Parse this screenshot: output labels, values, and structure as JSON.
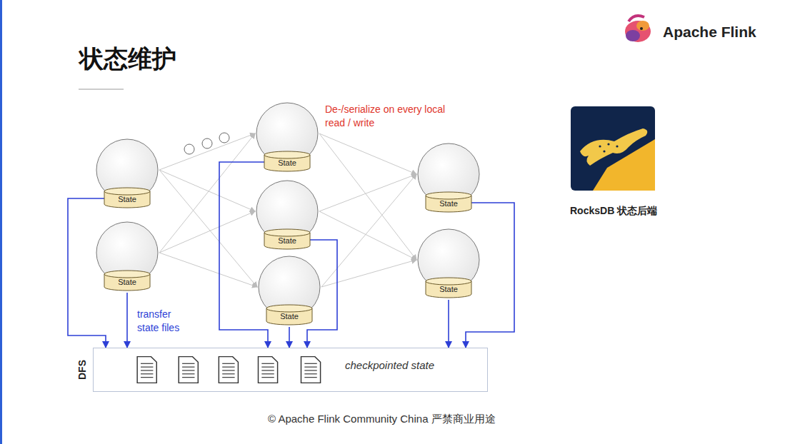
{
  "diagram": {
    "title": "状态维护",
    "caption": "© Apache Flink Community China 严禁商业用途",
    "nodes": [
      {
        "text": [
          "State"
        ]
      },
      {
        "text": [
          "State"
        ]
      },
      {
        "text": [
          "State"
        ]
      },
      {
        "text": [
          "State"
        ]
      },
      {
        "text": [
          "State"
        ]
      },
      {
        "text": [
          "State"
        ]
      },
      {
        "text": [
          "State"
        ]
      },
      {
        "text": [
          "DFS",
          "checkpointed state"
        ]
      }
    ],
    "edges": [
      {
        "from": 0,
        "to": 2,
        "arrow": "to"
      },
      {
        "from": 0,
        "to": 3,
        "arrow": "to"
      },
      {
        "from": 0,
        "to": 4,
        "arrow": "to"
      },
      {
        "from": 1,
        "to": 2,
        "arrow": "to"
      },
      {
        "from": 1,
        "to": 3,
        "arrow": "to"
      },
      {
        "from": 1,
        "to": 4,
        "arrow": "to"
      },
      {
        "from": 2,
        "to": 5,
        "arrow": "to"
      },
      {
        "from": 2,
        "to": 6,
        "arrow": "to"
      },
      {
        "from": 3,
        "to": 5,
        "arrow": "to"
      },
      {
        "from": 3,
        "to": 6,
        "arrow": "to"
      },
      {
        "from": 4,
        "to": 5,
        "arrow": "to"
      },
      {
        "from": 4,
        "to": 6,
        "arrow": "to"
      },
      {
        "from": 0,
        "to": 7,
        "arrow": "to"
      },
      {
        "from": 1,
        "to": 7,
        "arrow": "to"
      },
      {
        "from": 2,
        "to": 7,
        "arrow": "to"
      },
      {
        "from": 3,
        "to": 7,
        "arrow": "to"
      },
      {
        "from": 4,
        "to": 7,
        "arrow": "to"
      },
      {
        "from": 5,
        "to": 7,
        "arrow": "to"
      },
      {
        "from": 6,
        "to": 7,
        "arrow": "to"
      }
    ],
    "labels": [
      "De-/serialize on every local read / write",
      "transfer state files",
      "Apache Flink",
      "RocksDB 状态后端"
    ]
  }
}
